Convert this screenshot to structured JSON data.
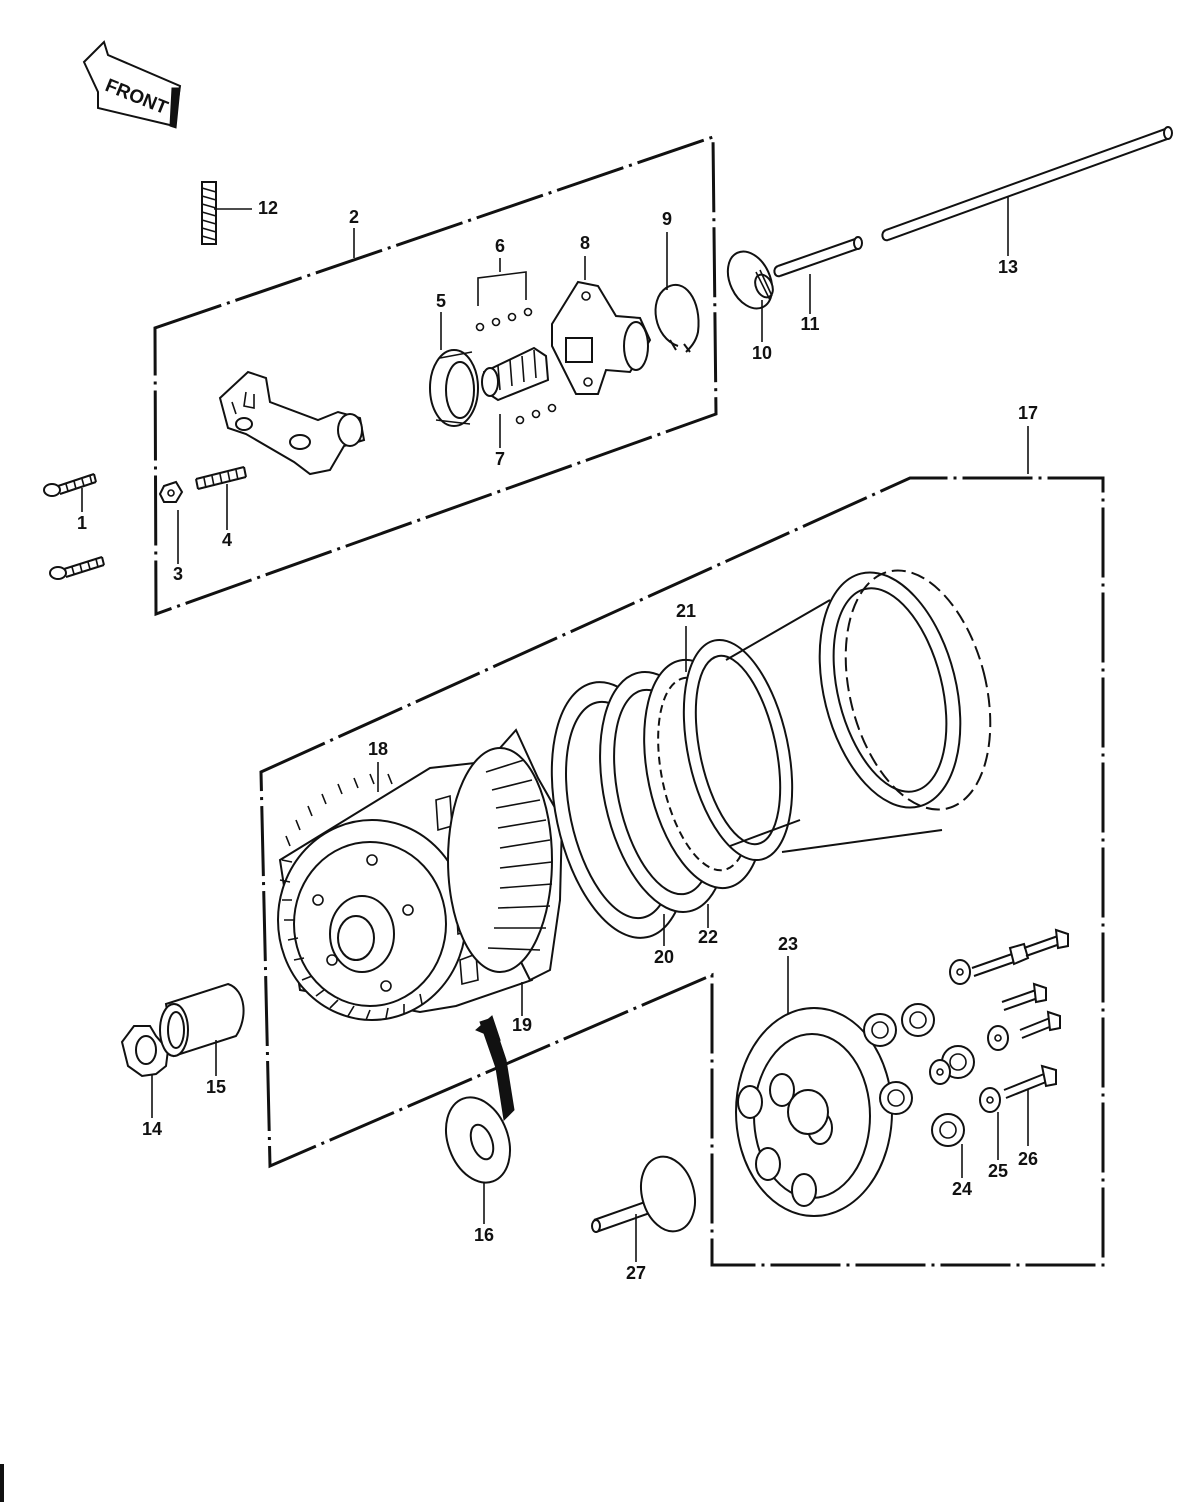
{
  "front_label": "FRONT",
  "callouts": {
    "c1": "1",
    "c2": "2",
    "c3": "3",
    "c4": "4",
    "c5": "5",
    "c6": "6",
    "c7": "7",
    "c8": "8",
    "c9": "9",
    "c10": "10",
    "c11": "11",
    "c12": "12",
    "c13": "13",
    "c14": "14",
    "c15": "15",
    "c16": "16",
    "c17": "17",
    "c18": "18",
    "c19": "19",
    "c20": "20",
    "c21": "21",
    "c22": "22",
    "c23": "23",
    "c24": "24",
    "c25": "25",
    "c26": "26",
    "c27": "27"
  },
  "colors": {
    "ink": "#111111",
    "paper": "#ffffff"
  }
}
